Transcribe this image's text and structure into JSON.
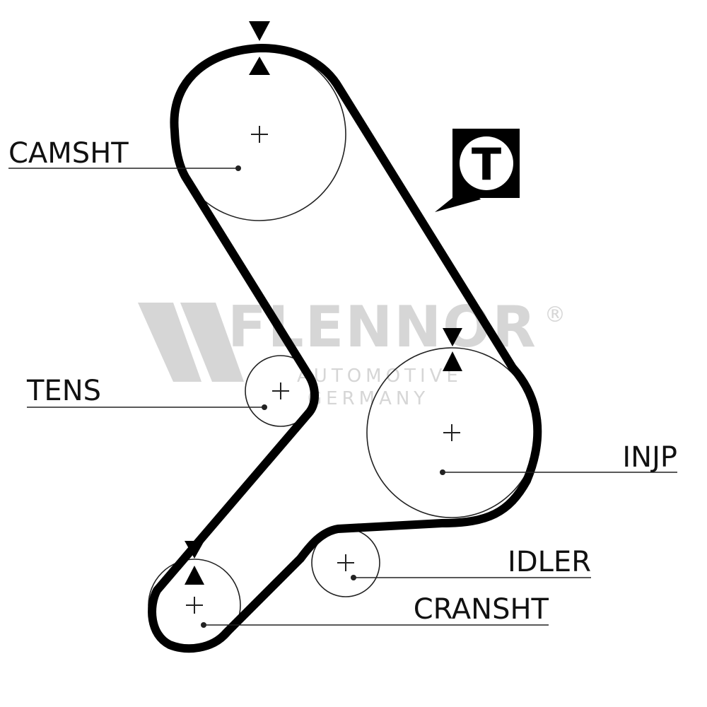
{
  "watermark": {
    "brand": "FLENNOR",
    "registered": "®",
    "line1": "AUTOMOTIVE",
    "line2": "GERMANY"
  },
  "tension_badge": {
    "letter": "T",
    "icon": "tensioner-symbol-icon"
  },
  "labels": {
    "camshaft": "CAMSHT",
    "tensioner": "TENS",
    "injection_pump": "INJP",
    "idler": "IDLER",
    "crankshaft": "CRANSHT"
  },
  "colors": {
    "belt": "#000000",
    "watermark": "#d6d6d6",
    "text": "#111111"
  }
}
